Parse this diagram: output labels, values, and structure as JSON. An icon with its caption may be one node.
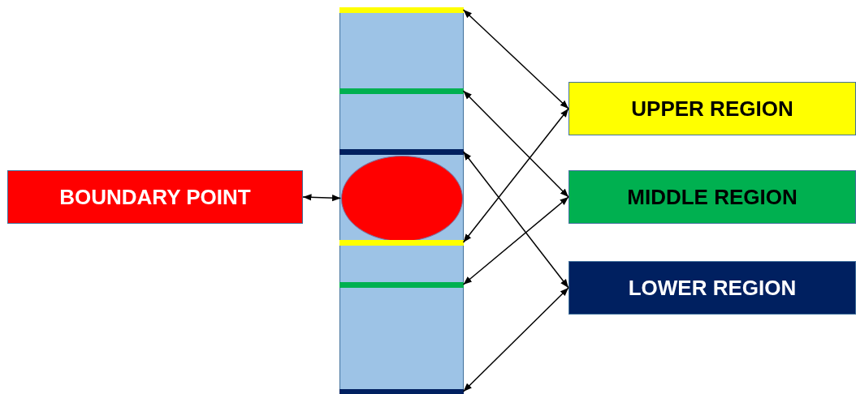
{
  "diagram": {
    "nodes": [
      {
        "text": [
          "BOUNDARY POINT"
        ]
      },
      {
        "text": [],
        "shape": "box"
      },
      {
        "text": [],
        "shape": "bar",
        "in": 1
      },
      {
        "text": [],
        "shape": "bar",
        "in": 1
      },
      {
        "text": [],
        "shape": "bar",
        "in": 1
      },
      {
        "text": [],
        "shape": "circle",
        "in": 1
      },
      {
        "text": [],
        "shape": "bar",
        "in": 1
      },
      {
        "text": [],
        "shape": "bar",
        "in": 1
      },
      {
        "text": [],
        "shape": "bar",
        "in": 1
      },
      {
        "text": [
          "UPPER REGION"
        ]
      },
      {
        "text": [
          "MIDDLE REGION"
        ]
      },
      {
        "text": [
          "LOWER REGION"
        ]
      }
    ],
    "edges": [
      {
        "from": 0,
        "to": 5,
        "arrow": "both"
      },
      {
        "from": 2,
        "to": 9,
        "arrow": "both"
      },
      {
        "from": 3,
        "to": 10,
        "arrow": "both"
      },
      {
        "from": 4,
        "to": 11,
        "arrow": "both"
      },
      {
        "from": 6,
        "to": 9,
        "arrow": "both"
      },
      {
        "from": 7,
        "to": 10,
        "arrow": "both"
      },
      {
        "from": 8,
        "to": 11,
        "arrow": "both"
      }
    ]
  }
}
